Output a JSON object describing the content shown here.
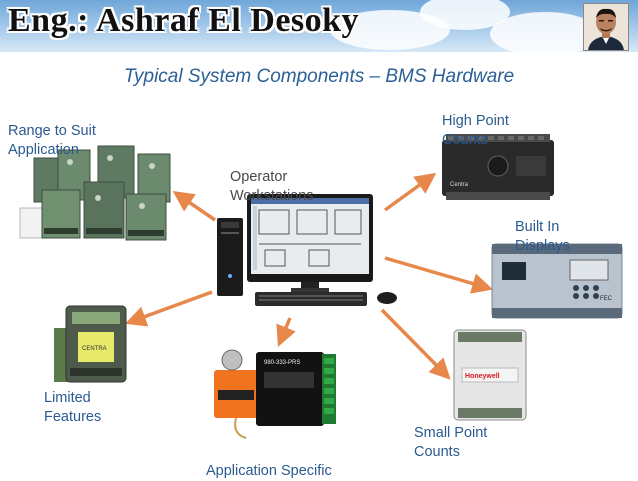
{
  "banner": {
    "title": "Eng.: Ashraf El Desoky"
  },
  "slide": {
    "title": "Typical System Components – BMS Hardware"
  },
  "labels": {
    "range": "Range to Suit\nApplication",
    "operator": "Operator\nWorkstations",
    "high_point": "High Point\nCounts",
    "built_in": "Built In\nDisplays",
    "limited": "Limited\nFeatures",
    "small_point": "Small Point\nCounts",
    "application": "Application Specific"
  },
  "device_text": {
    "high_point_brand": "Centra",
    "built_in_brand": "FEC",
    "small_point_brand": "Honeywell",
    "application_code": "980-333-PRS",
    "limited_brand": "CENTRA"
  },
  "colors": {
    "arrow": "#e8874a",
    "label": "#2a5a90",
    "title": "#2b5f96"
  }
}
